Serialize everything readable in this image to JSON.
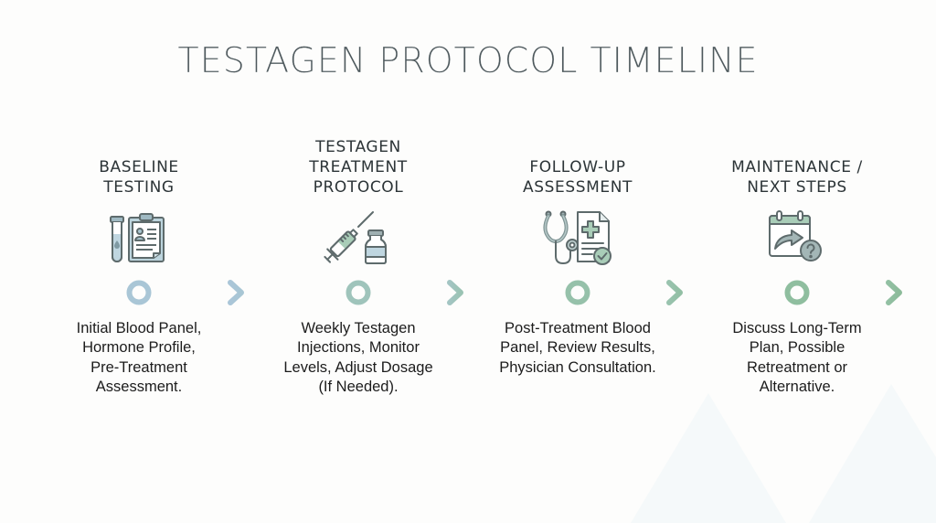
{
  "title": "TESTAGEN PROTOCOL TIMELINE",
  "colors": {
    "title": "#4d585c",
    "stage_title": "#2c3437",
    "description": "#1c1c1c",
    "timeline_start": "#a9c6d6",
    "timeline_mid": "#9dc2b8",
    "timeline_end": "#8dbb9c",
    "icon_stroke": "#5e6b6c",
    "icon_blue_fill": "#bfd6e0",
    "icon_green_fill": "#a9cdb8",
    "background": "#fdfdfc"
  },
  "stages": [
    {
      "title_lines": [
        "BASELINE",
        "TESTING"
      ],
      "icon": "test-tube-clipboard-icon",
      "description_lines": [
        "Initial Blood Panel,",
        "Hormone Profile,",
        "Pre-Treatment",
        "Assessment."
      ]
    },
    {
      "title_lines": [
        "TESTAGEN",
        "TREATMENT",
        "PROTOCOL"
      ],
      "icon": "syringe-vial-icon",
      "description_lines": [
        "Weekly Testagen",
        "Injections, Monitor",
        "Levels, Adjust Dosage",
        "(If Needed)."
      ]
    },
    {
      "title_lines": [
        "FOLLOW-UP",
        "ASSESSMENT"
      ],
      "icon": "stethoscope-report-icon",
      "description_lines": [
        "Post-Treatment Blood",
        "Panel, Review Results,",
        "Physician Consultation."
      ]
    },
    {
      "title_lines": [
        "MAINTENANCE /",
        "NEXT STEPS"
      ],
      "icon": "calendar-arrow-question-icon",
      "description_lines": [
        "Discuss Long-Term",
        "Plan, Possible",
        "Retreatment or",
        "Alternative."
      ]
    }
  ]
}
